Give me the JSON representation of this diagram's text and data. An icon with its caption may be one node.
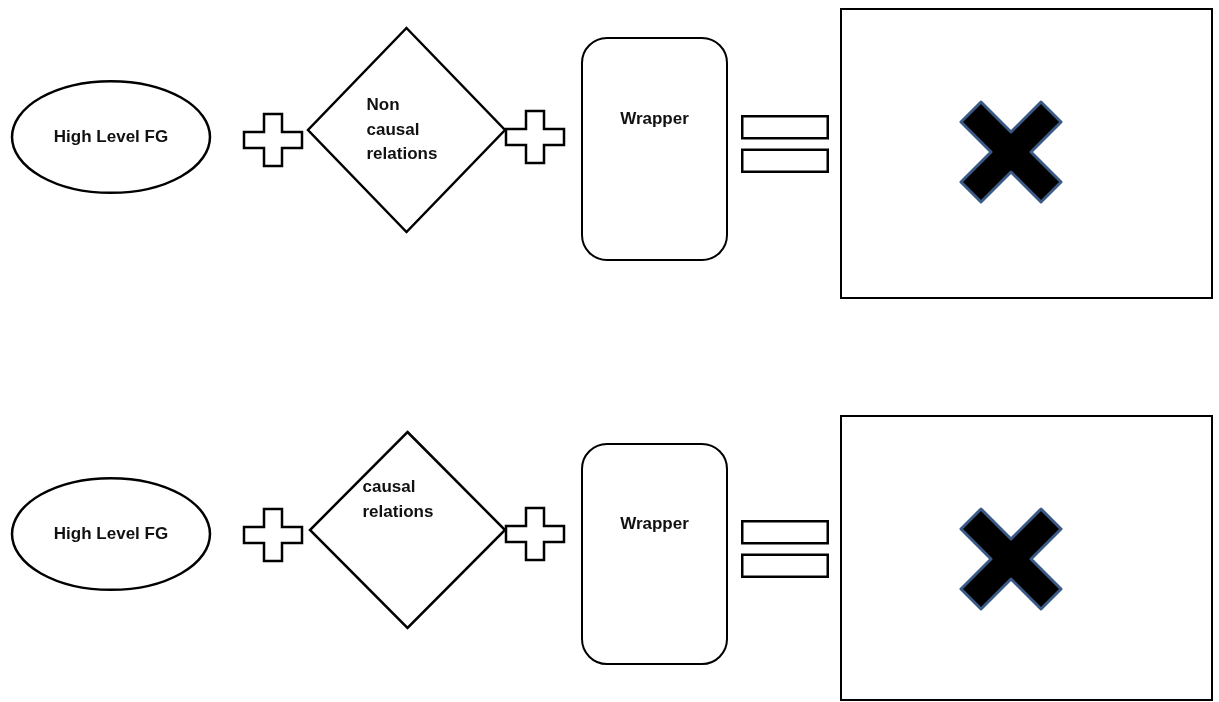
{
  "diagram": {
    "nodes": [
      {
        "text": [
          "High Level FG"
        ]
      },
      {
        "text": [
          "Non causal relations"
        ]
      },
      {
        "text": [
          "Wrapper"
        ]
      },
      {
        "text": [],
        "shape": "box"
      },
      {
        "text": [
          "High Level FG"
        ]
      },
      {
        "text": [
          "causal relations"
        ]
      },
      {
        "text": [
          "Wrapper"
        ]
      },
      {
        "text": [],
        "shape": "box"
      }
    ]
  }
}
